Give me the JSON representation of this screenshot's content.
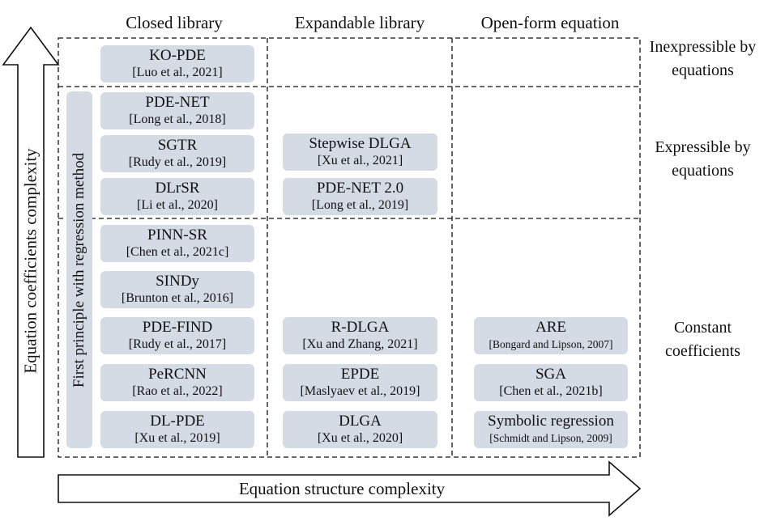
{
  "columns": [
    "Closed library",
    "Expandable library",
    "Open-form equation"
  ],
  "rows": {
    "inexpressible": "Inexpressible by equations",
    "expressible": "Expressible by equations",
    "constant": "Constant coefficients"
  },
  "axes": {
    "y": "Equation coefficients complexity",
    "x": "Equation structure complexity"
  },
  "side_label": "First principle with regression method",
  "methods": {
    "ko_pde": {
      "name": "KO-PDE",
      "cite": "[Luo et al., 2021]"
    },
    "pde_net": {
      "name": "PDE-NET",
      "cite": "[Long et al., 2018]"
    },
    "sgtr": {
      "name": "SGTR",
      "cite": "[Rudy et al., 2019]"
    },
    "dlrsr": {
      "name": "DLrSR",
      "cite": "[Li et al., 2020]"
    },
    "pinn_sr": {
      "name": "PINN-SR",
      "cite": "[Chen et al., 2021c]"
    },
    "sindy": {
      "name": "SINDy",
      "cite": "[Brunton et al., 2016]"
    },
    "pde_find": {
      "name": "PDE-FIND",
      "cite": "[Rudy et al., 2017]"
    },
    "percnn": {
      "name": "PeRCNN",
      "cite": "[Rao et al., 2022]"
    },
    "dl_pde": {
      "name": "DL-PDE",
      "cite": "[Xu et al., 2019]"
    },
    "stepwise_dlga": {
      "name": "Stepwise DLGA",
      "cite": "[Xu et al., 2021]"
    },
    "pde_net2": {
      "name": "PDE-NET 2.0",
      "cite": "[Long et al., 2019]"
    },
    "r_dlga": {
      "name": "R-DLGA",
      "cite": "[Xu and Zhang, 2021]"
    },
    "epde": {
      "name": "EPDE",
      "cite": "[Maslyaev et al., 2019]"
    },
    "dlga": {
      "name": "DLGA",
      "cite": "[Xu et al., 2020]"
    },
    "are": {
      "name": "ARE",
      "cite": "[Bongard and Lipson, 2007]"
    },
    "sga": {
      "name": "SGA",
      "cite": "[Chen et al., 2021b]"
    },
    "symbolic_regression": {
      "name": "Symbolic regression",
      "cite": "[Schmidt and Lipson, 2009]"
    }
  },
  "colors": {
    "box_fill": "#d5dbe5",
    "line": "#111111"
  }
}
